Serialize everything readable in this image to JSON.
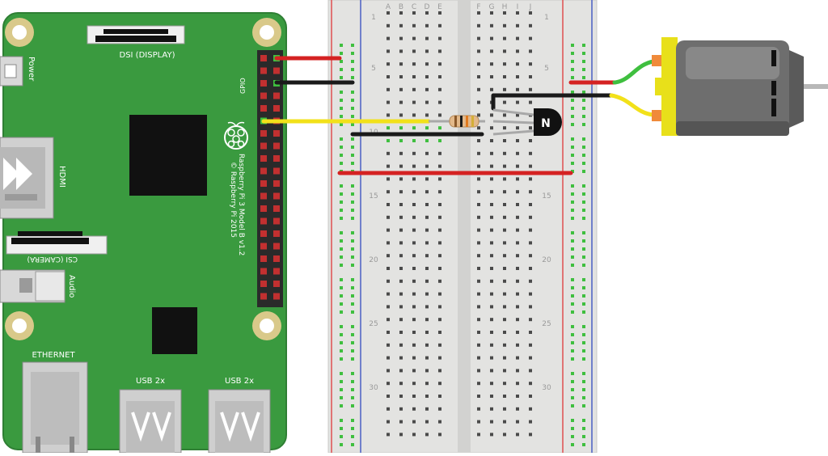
{
  "board": {
    "name": "Raspberry Pi 3 Model B v1.2",
    "copyright": "© Raspberry Pi 2015",
    "labels": {
      "power": "Power",
      "dsi": "DSI (DISPLAY)",
      "hdmi": "HDMI",
      "csi": "CSI (CAMERA)",
      "audio": "Audio",
      "ethernet": "ETHERNET",
      "usb_left": "USB 2x",
      "usb_right": "USB 2x",
      "gpio": "GPIO"
    },
    "colors": {
      "pcb": "#3a9a3f",
      "pcb_edge": "#2f7f34",
      "chip": "#111111",
      "header": "#2a2a2a"
    }
  },
  "breadboard": {
    "columns_left": [
      "A",
      "B",
      "C",
      "D",
      "E"
    ],
    "columns_right": [
      "F",
      "G",
      "H",
      "I",
      "J"
    ],
    "row_numbers": [
      "1",
      "5",
      "10",
      "15",
      "20",
      "25",
      "30"
    ],
    "colors": {
      "body": "#e3e3e1",
      "rail_red": "#e05050",
      "rail_blue": "#4a5fc4",
      "hole": "#4a4a4a",
      "active_hole": "#3fbf3f"
    }
  },
  "wires": {
    "colors": {
      "red": "#d42222",
      "black": "#1a1a1a",
      "yellow": "#f2e11a",
      "green": "#3fbf3f"
    }
  },
  "components": {
    "transistor_label": "N",
    "resistor_colors": [
      "#8b5a2b",
      "#1a1a1a",
      "#e07a1f",
      "#d4af37"
    ],
    "motor_colors": {
      "body": "#6e6e6e",
      "body_dark": "#555555",
      "cap": "#e8e01a",
      "terminal": "#f08a3a"
    }
  }
}
